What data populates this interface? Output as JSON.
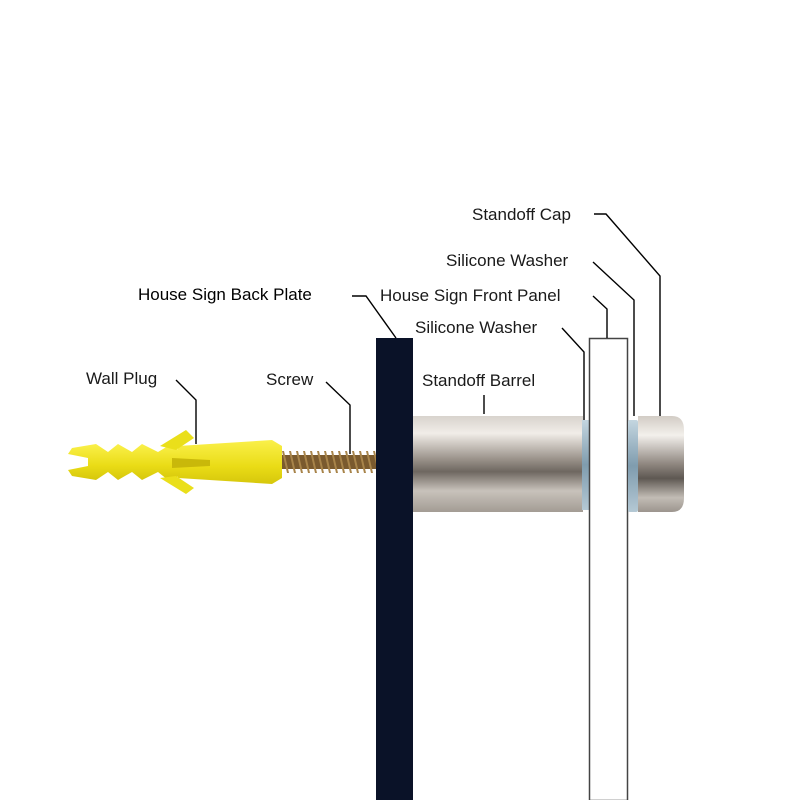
{
  "labels": {
    "standoff_cap": "Standoff Cap",
    "silicone_washer_outer": "Silicone Washer",
    "front_panel": "House Sign Front Panel",
    "back_plate": "House Sign Back Plate",
    "silicone_washer_inner": "Silicone Washer",
    "standoff_barrel": "Standoff Barrel",
    "wall_plug": "Wall Plug",
    "screw": "Screw"
  },
  "colors": {
    "background": "#ffffff",
    "back_plate": "#0a1228",
    "wall_plug": "#f2e629",
    "screw": "#8a6a3a",
    "standoff_metal": "#a9a29b",
    "washer": "#9fb7c6",
    "front_panel_stroke": "#444444",
    "leader": "#000000"
  }
}
